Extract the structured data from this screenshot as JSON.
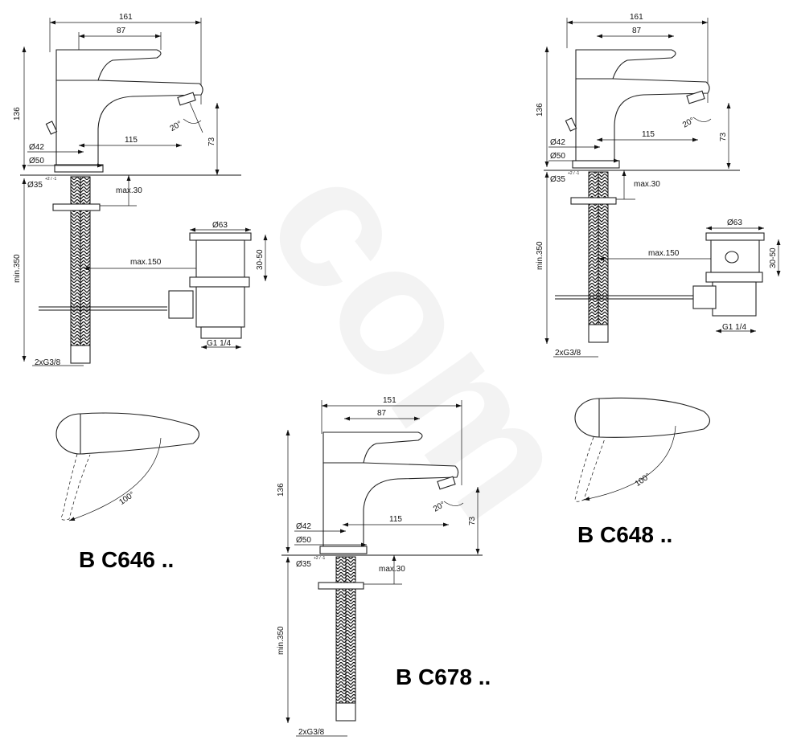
{
  "watermark": "com",
  "diagrams": {
    "c646": {
      "model_label": "B C646 ..",
      "dims": {
        "width": "161",
        "lever": "87",
        "height": "136",
        "reach": "115",
        "spout_height": "73",
        "angle": "20°",
        "d42": "Ø42",
        "d50": "Ø50",
        "d35": "Ø35",
        "d35_tol": "+2 / -1",
        "max30": "max.30",
        "min350": "min.350",
        "max150": "max.150",
        "d63": "Ø63",
        "range3050": "30-50",
        "g114": "G1 1/4",
        "g38": "2xG3/8",
        "rotation": "100°"
      }
    },
    "c648": {
      "model_label": "B C648 ..",
      "dims": {
        "width": "161",
        "lever": "87",
        "height": "136",
        "reach": "115",
        "spout_height": "73",
        "angle": "20°",
        "d42": "Ø42",
        "d50": "Ø50",
        "d35": "Ø35",
        "d35_tol": "+2 / -1",
        "max30": "max.30",
        "min350": "min.350",
        "max150": "max.150",
        "d63": "Ø63",
        "range3050": "30-50",
        "g114": "G1 1/4",
        "g38": "2xG3/8",
        "rotation": "100°"
      }
    },
    "c678": {
      "model_label": "B C678 ..",
      "dims": {
        "width": "151",
        "lever": "87",
        "height": "136",
        "reach": "115",
        "spout_height": "73",
        "angle": "20°",
        "d42": "Ø42",
        "d50": "Ø50",
        "d35": "Ø35",
        "d35_tol": "+2 / -1",
        "max30": "max.30",
        "min350": "min.350",
        "g38": "2xG3/8"
      }
    }
  }
}
